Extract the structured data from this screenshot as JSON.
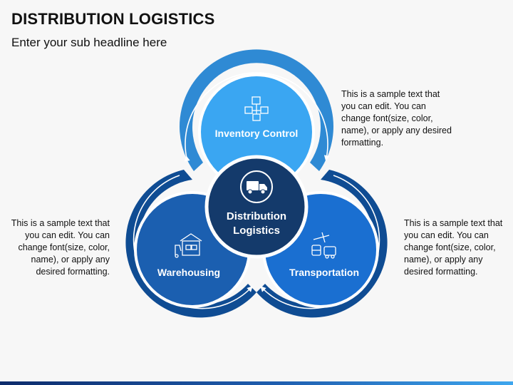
{
  "header": {
    "title": "DISTRIBUTION LOGISTICS",
    "subtitle": "Enter your sub headline here"
  },
  "diagram": {
    "center": {
      "line1": "Distribution",
      "line2": "Logistics",
      "icon": "delivery-truck-icon"
    },
    "petals": [
      {
        "id": "inventory",
        "label": "Inventory Control",
        "icon": "boxes-network-icon",
        "color": "#3aa6f2",
        "ring_color": "#2f8ad4"
      },
      {
        "id": "warehousing",
        "label": "Warehousing",
        "icon": "warehouse-forklift-icon",
        "color": "#1b5fb0",
        "ring_color": "#0f4c93"
      },
      {
        "id": "transportation",
        "label": "Transportation",
        "icon": "plane-train-truck-icon",
        "color": "#1a6fd1",
        "ring_color": "#0f4c93"
      }
    ]
  },
  "notes": {
    "top": "This is a sample text that you can edit. You can change font(size, color, name), or apply any desired formatting.",
    "left": "This is a sample text that you can edit. You can change font(size, color, name), or apply any desired formatting.",
    "right": "This is a sample text that you can edit. You can change font(size, color, name), or apply any desired formatting."
  },
  "colors": {
    "center": "#143a6b",
    "ring_dark": "#0f4c93",
    "ring_light": "#2f8ad4",
    "background": "#f7f7f7"
  }
}
